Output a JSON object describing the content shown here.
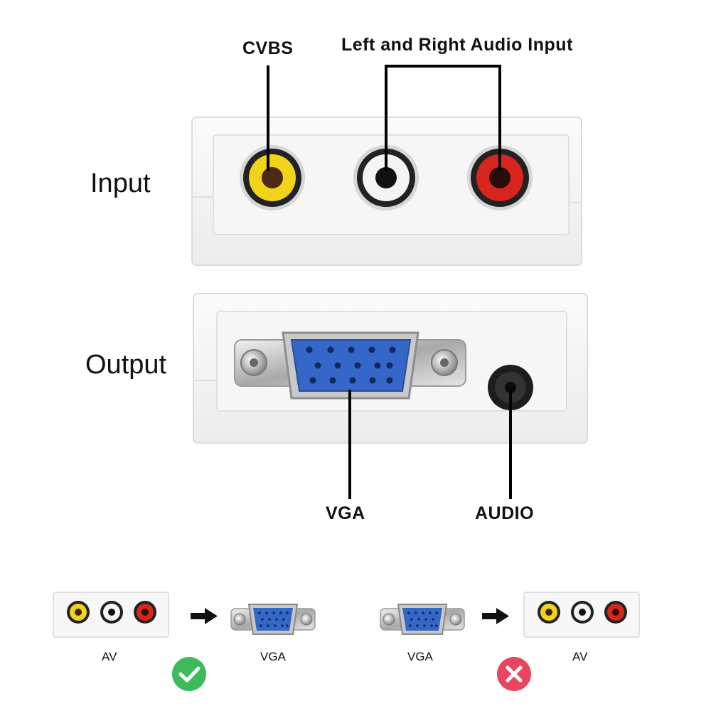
{
  "labels": {
    "input": "Input",
    "output": "Output",
    "cvbs": "CVBS",
    "audio_input": "Left and Right Audio Input",
    "vga": "VGA",
    "audio": "AUDIO"
  },
  "compatibility": {
    "supported": {
      "from": "AV",
      "to": "VGA",
      "status": "check-icon"
    },
    "unsupported": {
      "from": "VGA",
      "to": "AV",
      "status": "cross-icon"
    }
  },
  "colors": {
    "jack_yellow": "#f2d31a",
    "jack_white": "#f4f4f4",
    "jack_red": "#d8261f",
    "vga_blue": "#3567c8",
    "check_green": "#3dbb5a",
    "cross_red": "#e8455f"
  }
}
